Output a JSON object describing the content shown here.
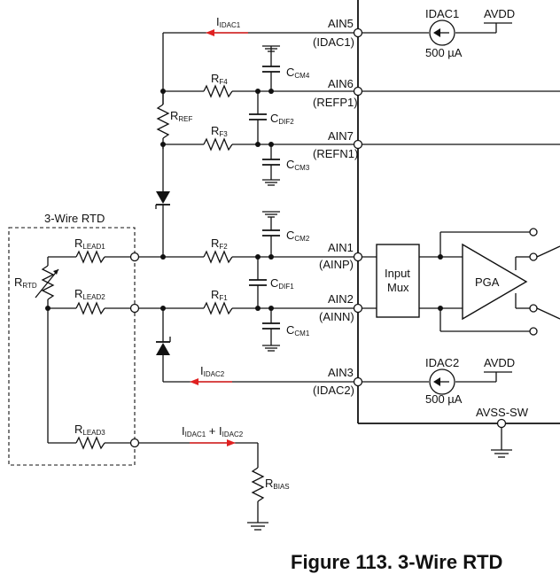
{
  "labels": {
    "idac1_current": "I",
    "idac1_current_sub": "IDAC1",
    "idac2_current": "I",
    "idac2_current_sub": "IDAC2",
    "sum_current_a": "I",
    "sum_current_a_sub": "IDAC1",
    "sum_current_plus": " + I",
    "sum_current_b_sub": "IDAC2",
    "ain5": "AIN5",
    "ain5_alt": "(IDAC1)",
    "ain6": "AIN6",
    "ain6_alt": "(REFP1)",
    "ain7": "AIN7",
    "ain7_alt": "(REFN1)",
    "ain1": "AIN1",
    "ain1_alt": "(AINP)",
    "ain2": "AIN2",
    "ain2_alt": "(AINN)",
    "ain3": "AIN3",
    "ain3_alt": "(IDAC2)",
    "idac1": "IDAC1",
    "idac1_value": "500 µA",
    "idac2": "IDAC2",
    "idac2_value": "500 µA",
    "avdd_top": "AVDD",
    "avdd_bottom": "AVDD",
    "avss": "AVSS-SW",
    "input_mux_line1": "Input",
    "input_mux_line2": "Mux",
    "pga": "PGA",
    "rtd_group": "3-Wire RTD",
    "r_main": "R",
    "rf4_sub": "F4",
    "rf3_sub": "F3",
    "rf2_sub": "F2",
    "rf1_sub": "F1",
    "rref_sub": "REF",
    "rlead1_sub": "LEAD1",
    "rlead2_sub": "LEAD2",
    "rlead3_sub": "LEAD3",
    "rrtd_sub": "RTD",
    "rbias_sub": "BIAS",
    "c_main": "C",
    "ccm4_sub": "CM4",
    "ccm3_sub": "CM3",
    "ccm2_sub": "CM2",
    "ccm1_sub": "CM1",
    "cdif2_sub": "DIF2",
    "cdif1_sub": "DIF1"
  },
  "caption": "Figure 113.  3-Wire RTD",
  "colors": {
    "wire": "#111111",
    "current_arrow": "#e02020",
    "background": "#ffffff"
  }
}
